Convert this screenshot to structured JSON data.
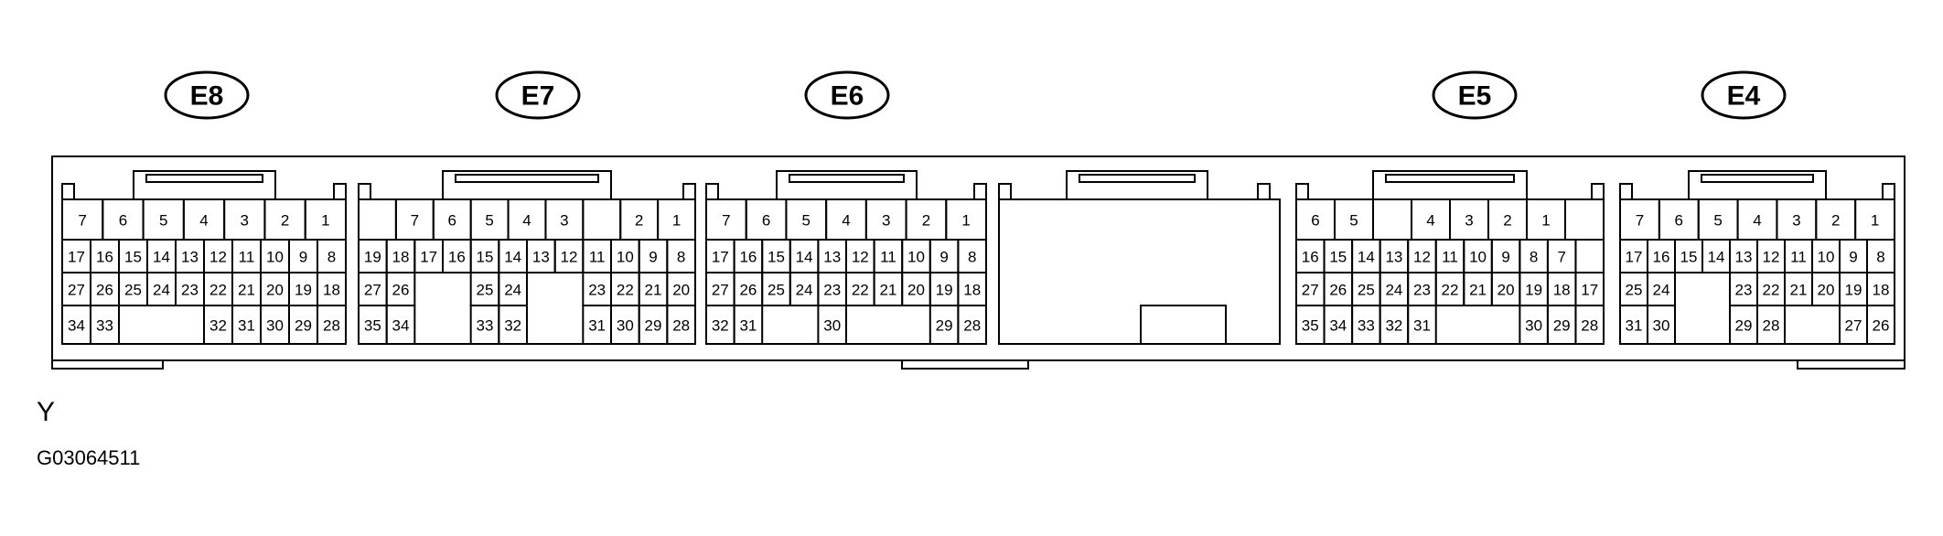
{
  "view_letter": "Y",
  "figure_id": "G03064511",
  "connectors": [
    {
      "id": "E8",
      "rows": [
        [
          "7",
          "6",
          "5",
          "4",
          "3",
          "2",
          "1"
        ],
        [
          "17",
          "16",
          "15",
          "14",
          "13",
          "12",
          "11",
          "10",
          "9",
          "8"
        ],
        [
          "27",
          "26",
          "25",
          "24",
          "23",
          "22",
          "21",
          "20",
          "19",
          "18"
        ],
        [
          "34",
          "33",
          "",
          "",
          "",
          "32",
          "31",
          "30",
          "29",
          "28"
        ]
      ]
    },
    {
      "id": "E7",
      "rows": [
        [
          "",
          "7",
          "6",
          "5",
          "4",
          "3",
          "",
          "2",
          "1"
        ],
        [
          "19",
          "18",
          "17",
          "16",
          "15",
          "14",
          "13",
          "12",
          "11",
          "10",
          "9",
          "8"
        ],
        [
          "27",
          "26",
          "",
          "",
          "25",
          "24",
          "",
          "",
          "23",
          "22",
          "21",
          "20"
        ],
        [
          "35",
          "34",
          "",
          "",
          "33",
          "32",
          "",
          "",
          "31",
          "30",
          "29",
          "28"
        ]
      ]
    },
    {
      "id": "E6",
      "rows": [
        [
          "7",
          "6",
          "5",
          "4",
          "3",
          "2",
          "1"
        ],
        [
          "17",
          "16",
          "15",
          "14",
          "13",
          "12",
          "11",
          "10",
          "9",
          "8"
        ],
        [
          "27",
          "26",
          "25",
          "24",
          "23",
          "22",
          "21",
          "20",
          "19",
          "18"
        ],
        [
          "32",
          "31",
          "",
          "",
          "30",
          "",
          "",
          "",
          "29",
          "28"
        ]
      ]
    },
    {
      "id": "E5",
      "rows": [
        [
          "6",
          "5",
          "",
          "4",
          "3",
          "2",
          "1",
          ""
        ],
        [
          "16",
          "15",
          "14",
          "13",
          "12",
          "11",
          "10",
          "9",
          "8",
          "7",
          ""
        ],
        [
          "27",
          "26",
          "25",
          "24",
          "23",
          "22",
          "21",
          "20",
          "19",
          "18",
          "17"
        ],
        [
          "35",
          "34",
          "33",
          "32",
          "31",
          "",
          "",
          "",
          "30",
          "29",
          "28"
        ]
      ]
    },
    {
      "id": "E4",
      "rows": [
        [
          "7",
          "6",
          "5",
          "4",
          "3",
          "2",
          "1"
        ],
        [
          "17",
          "16",
          "15",
          "14",
          "13",
          "12",
          "11",
          "10",
          "9",
          "8"
        ],
        [
          "25",
          "24",
          "",
          "",
          "23",
          "22",
          "21",
          "20",
          "19",
          "18"
        ],
        [
          "31",
          "30",
          "",
          "",
          "29",
          "28",
          "",
          "",
          "27",
          "26"
        ]
      ]
    }
  ]
}
